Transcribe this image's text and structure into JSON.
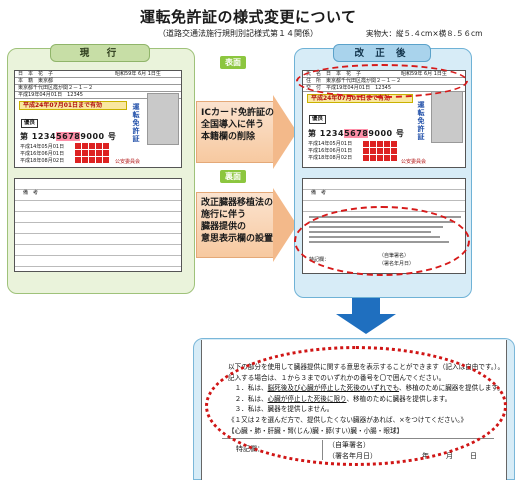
{
  "title": "運転免許証の様式変更について",
  "subtitle": "（道路交通法施行規則別記様式第１４関係）",
  "size_note": "実物大：縦５.４cm×横８.５６cm",
  "current": {
    "label": "現　行",
    "front_tag": "表面",
    "back_tag": "裏面",
    "card": {
      "name": "日　本　花　子",
      "birth": "昭和59年 6月 1日生",
      "honseki": "本　籍　東京都",
      "address": "東京都千代田区霞が関２－１－２",
      "issued": "平成19年04月01日　12345",
      "expiry": "平成24年07月01日まで有効",
      "conditions": "優良",
      "number_prefix": "第 1234",
      "number_highlight": "5678",
      "number_suffix": "9000 号",
      "vertical_text": "運転免許証",
      "dates": [
        "平成14年05月01日",
        "平成16年06月01日",
        "平成18年08月02日"
      ],
      "issuer": "公安委員会"
    },
    "back_header": "備　考"
  },
  "revised": {
    "label": "改 正 後",
    "card": {
      "name": "氏　名　日　本　花　子",
      "birth": "昭和59年 6月 1日生",
      "address": "住　所　東京都千代田区霞が関２－１－２",
      "issued": "交　付　平成19年04月01日　12345",
      "expiry": "平成24年07月01日まで有効",
      "conditions": "優良",
      "number_prefix": "第 1234",
      "number_highlight": "5678",
      "number_suffix": "9000 号",
      "vertical_text": "運転免許証",
      "dates": [
        "平成14年05月01日",
        "平成16年06月01日",
        "平成18年08月02日"
      ],
      "issuer": "公安委員会"
    },
    "back_header": "備　考"
  },
  "arrows": [
    {
      "lines": [
        "ICカード免許証の",
        "全国導入に伴う",
        "本籍欄の削除"
      ]
    },
    {
      "lines": [
        "改正臓器移植法の",
        "施行に伴う",
        "臓器提供の",
        "意思表示欄の設置"
      ]
    }
  ],
  "zoom": {
    "lines": [
      "以下の部分を使用して臓器提供に関する意思を表示することができます（記入は自由です。）。",
      "記入する場合は、１から３までのいずれかの番号を〇で囲んでください。",
      "３．私は、臓器を提供しません。",
      "《１又は２を選んだ方で、提供したくない臓器があれば、×をつけてください。》",
      "【心臓・肺・肝臓・腎(じん)臓・膵(すい)臓・小腸・眼球】"
    ],
    "item1": {
      "prefix": "１．私は、",
      "underline1": "脳死後及び心臓が停止した死後のいずれでも",
      "suffix": "、移植のために臓器を提供します。"
    },
    "item2": {
      "prefix": "２．私は、",
      "underline": "心臓が停止した死後に限り",
      "suffix": "、移植のために臓器を提供します。"
    },
    "tokki": "特記欄：",
    "signature": "（自筆署名）",
    "sign_date": "（署名年月日）",
    "year": "年",
    "month": "月",
    "day": "日"
  },
  "colors": {
    "current_panel": "#eaf3db",
    "revised_panel": "#d7ecf7",
    "tag": "#8cc63f",
    "arrow": "#f7c9a0",
    "highlight": "#d61a1a",
    "down_arrow": "#1f6fbf"
  }
}
